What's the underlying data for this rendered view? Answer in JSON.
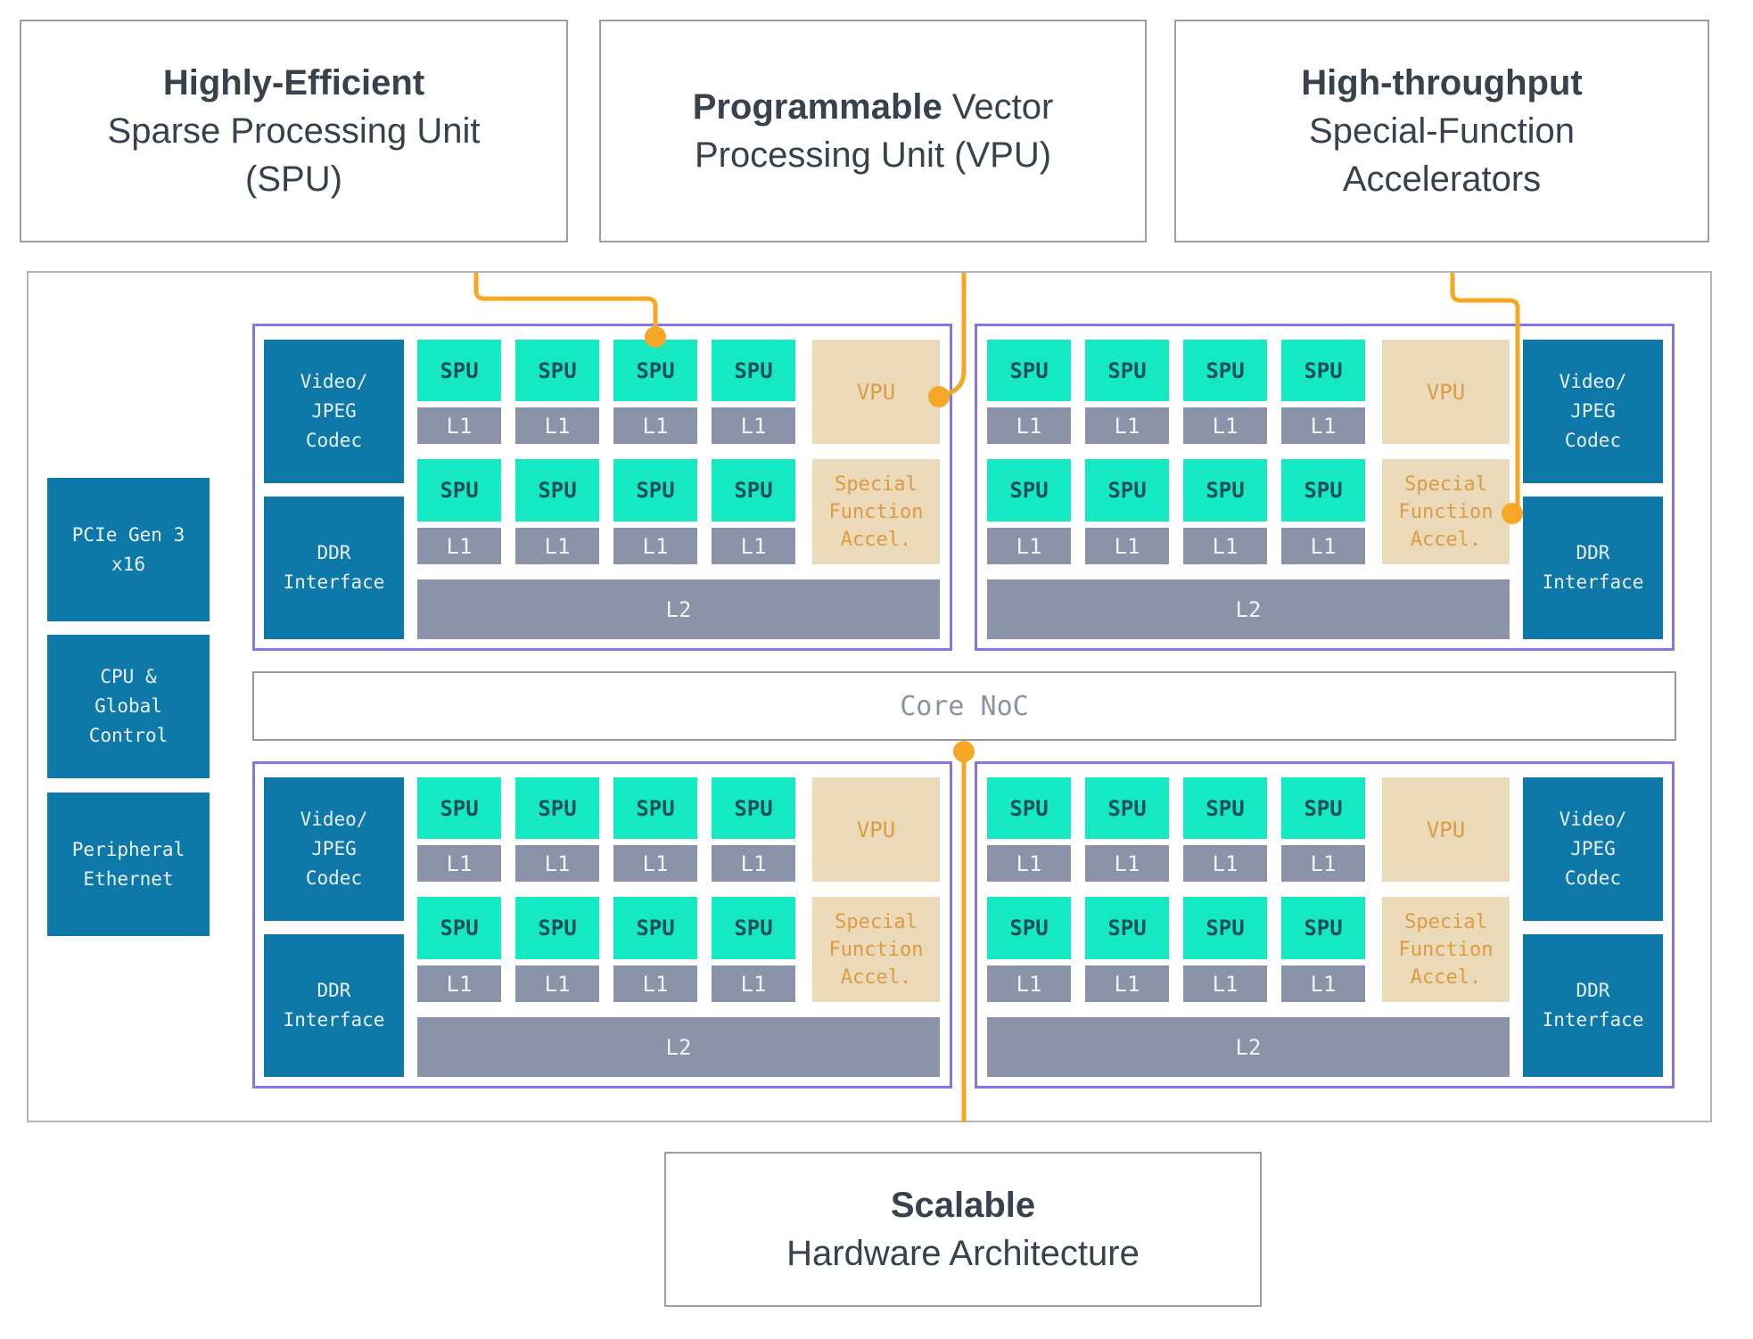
{
  "banners": [
    {
      "name": "banner-spu",
      "lines": [
        [
          {
            "t": "Highly-Efficient",
            "b": true
          }
        ],
        [
          {
            "t": "Sparse Processing Unit",
            "b": false
          }
        ],
        [
          {
            "t": "(SPU)",
            "b": false
          }
        ]
      ]
    },
    {
      "name": "banner-vpu",
      "lines": [
        [
          {
            "t": "Programmable",
            "b": true
          },
          {
            "t": " Vector",
            "b": false
          }
        ],
        [
          {
            "t": "Processing Unit (VPU)",
            "b": false
          }
        ]
      ]
    },
    {
      "name": "banner-accelerators",
      "lines": [
        [
          {
            "t": "High-throughput",
            "b": true
          }
        ],
        [
          {
            "t": "Special-Function",
            "b": false
          }
        ],
        [
          {
            "t": "Accelerators",
            "b": false
          }
        ]
      ]
    }
  ],
  "io_boxes": [
    {
      "name": "io-box-pcie",
      "label": "PCIe Gen 3\nx16"
    },
    {
      "name": "io-box-cpu-control",
      "label": "CPU &\nGlobal\nControl"
    },
    {
      "name": "io-box-peripheral-ethernet",
      "label": "Peripheral\nEthernet"
    }
  ],
  "cluster_labels": {
    "codec": "Video/\nJPEG\nCodec",
    "ddr": "DDR\nInterface",
    "spu": "SPU",
    "l1": "L1",
    "l2": "L2",
    "vpu": "VPU",
    "sfa": "Special\nFunction\nAccel."
  },
  "clusters": [
    {
      "position": "top-left",
      "type": "left"
    },
    {
      "position": "top-right",
      "type": "right"
    },
    {
      "position": "bottom-left",
      "type": "left"
    },
    {
      "position": "bottom-right",
      "type": "right"
    }
  ],
  "core_noc": {
    "label": "Core NoC"
  },
  "footer": {
    "name": "banner-scalable-architecture",
    "lines": [
      [
        {
          "t": "Scalable",
          "b": true
        }
      ],
      [
        {
          "t": "Hardware Architecture",
          "b": false
        }
      ]
    ]
  },
  "colors": {
    "spu_fill": "#15e9c4",
    "spu_text": "#14505a",
    "cache_fill": "#8a93a8",
    "cache_text": "#f0f4f8",
    "deep_blue": "#0e78a8",
    "deep_blue_text": "#e8f2f7",
    "tan_fill": "#eadaba",
    "tan_text": "#de9b41",
    "purple_border": "#8574e8",
    "orange": "#f6a725",
    "noc_text": "#8a939f",
    "noc_border": "#909aa9",
    "frame_border": "#b5b5b5",
    "banner_border": "#9e9e9e",
    "title_text": "#37424c"
  }
}
